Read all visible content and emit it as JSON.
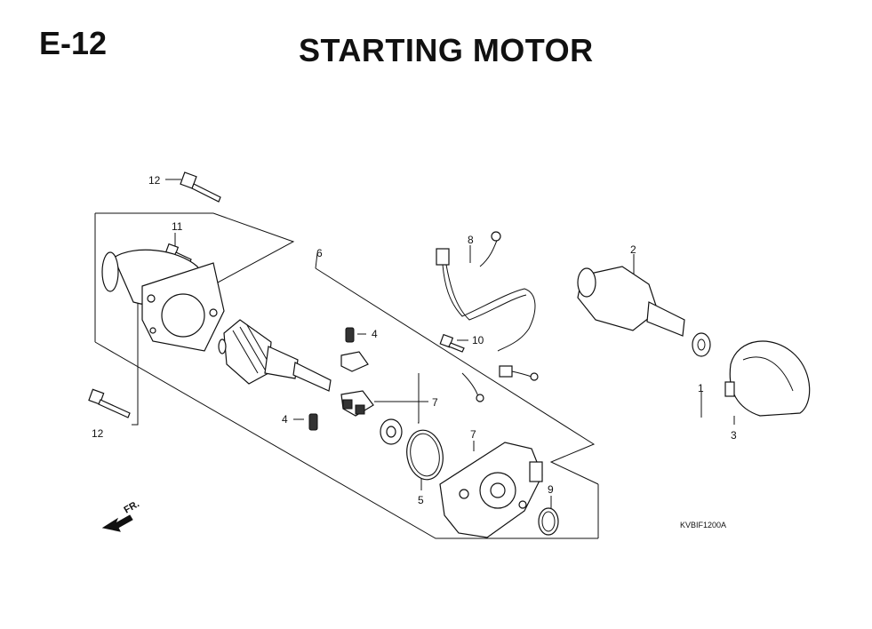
{
  "header": {
    "section_code": "E-12",
    "title": "STARTING MOTOR"
  },
  "reference_code": "KVBIF1200A",
  "direction_label": "FR.",
  "callouts": {
    "c12_top": "12",
    "c11": "11",
    "c6": "6",
    "c8": "8",
    "c2": "2",
    "c4_top": "4",
    "c10": "10",
    "c1": "1",
    "c7_right": "7",
    "c4_bottom": "4",
    "c12_bottom": "12",
    "c3": "3",
    "c7_bottom": "7",
    "c5": "5",
    "c9": "9"
  }
}
